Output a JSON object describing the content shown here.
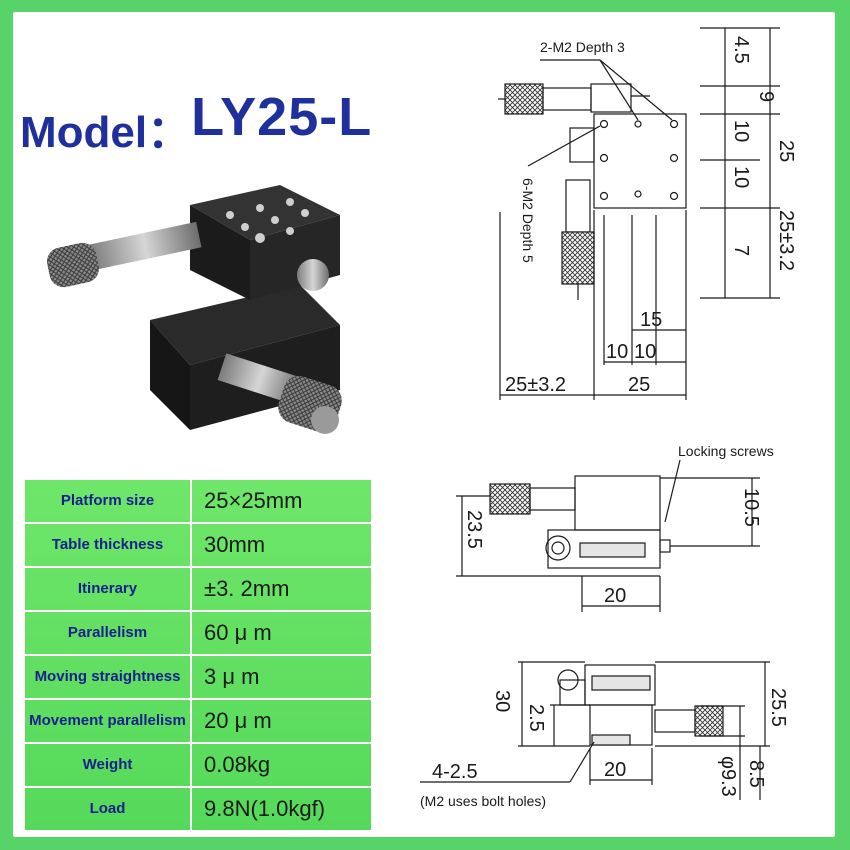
{
  "title": {
    "label": "Model",
    "sep": "：",
    "model": "LY25-L"
  },
  "specs": [
    {
      "key": "Platform size",
      "value": "25×25mm"
    },
    {
      "key": "Table thickness",
      "value": "30mm"
    },
    {
      "key": "Itinerary",
      "value": "±3. 2mm"
    },
    {
      "key": "Parallelism",
      "value": "60 μ m"
    },
    {
      "key": "Moving straightness",
      "value": "3 μ m"
    },
    {
      "key": "Movement parallelism",
      "value": "20 μ m"
    },
    {
      "key": "Weight",
      "value": "0.08kg"
    },
    {
      "key": "Load",
      "value": "9.8N(1.0kgf)"
    }
  ],
  "top_view": {
    "note_holes_top": "2-M2 Depth 3",
    "note_holes_side": "6-M2 Depth 5",
    "dim_right": [
      "4.5",
      "9",
      "10",
      "10",
      "25",
      "25±3.2",
      "7"
    ],
    "dim_bottom": [
      "15",
      "10",
      "10",
      "25±3.2",
      "25"
    ]
  },
  "front_view": {
    "note_locking": "Locking screws",
    "dim_left": "23.5",
    "dim_right": "10.5",
    "dim_bottom": "20"
  },
  "side_view": {
    "dim_left_outer": "30",
    "dim_left_inner": "2.5",
    "dim_bottom": "20",
    "dim_right_outer": "25.5",
    "dim_right_small": "8.5",
    "dim_right_dia": "φ9.3",
    "note_holes": "4-2.5",
    "note_bolt": "(M2 uses bolt holes)"
  },
  "colors": {
    "frame": "#57d36a",
    "title": "#1f2f9c",
    "spec_bg": "#5ddc5e",
    "spec_key": "#1a1f8e"
  }
}
